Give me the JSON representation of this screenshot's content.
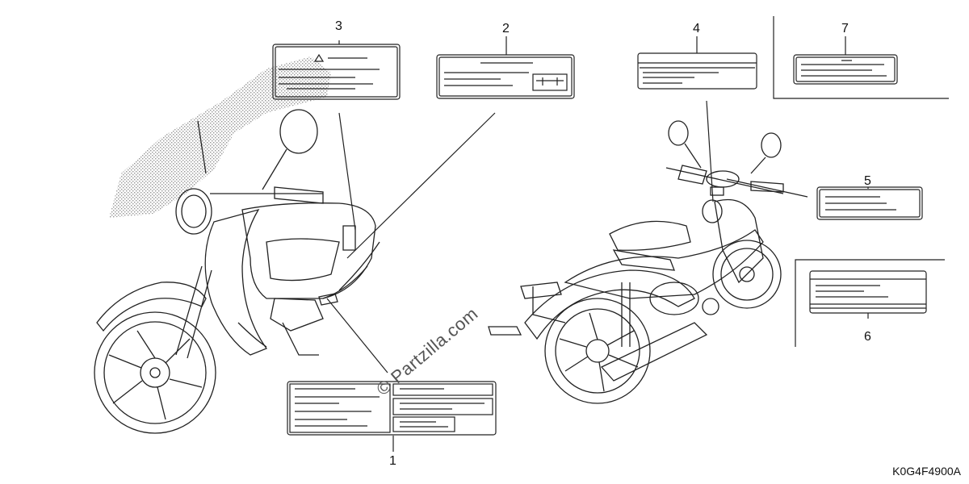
{
  "diagram": {
    "code": "K0G4F4900A",
    "watermark": "© Partzilla.com",
    "callouts": [
      "1",
      "2",
      "3",
      "4",
      "5",
      "6",
      "7"
    ]
  },
  "colors": {
    "line": "#222222",
    "stipple": "#9a9a9a"
  }
}
